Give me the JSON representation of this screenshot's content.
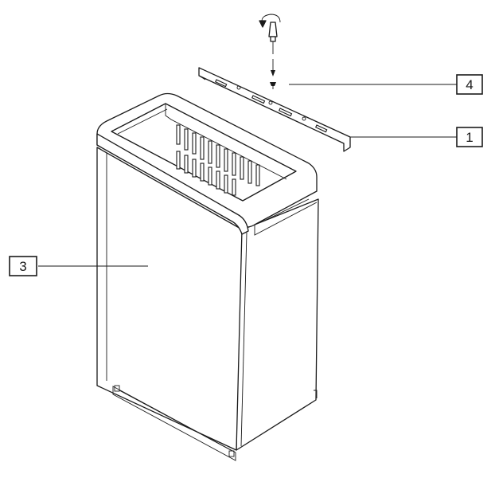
{
  "callouts": [
    {
      "id": "part-4",
      "label": "4"
    },
    {
      "id": "part-1",
      "label": "1"
    },
    {
      "id": "part-3",
      "label": "3"
    }
  ],
  "icons": {
    "screwdriver": "screwdriver-icon",
    "rotation": "rotation-arrow-icon",
    "down_arrow": "down-arrow-icon",
    "screw": "screw-icon"
  },
  "colors": {
    "line": "#1a1a1a",
    "background": "#ffffff"
  }
}
